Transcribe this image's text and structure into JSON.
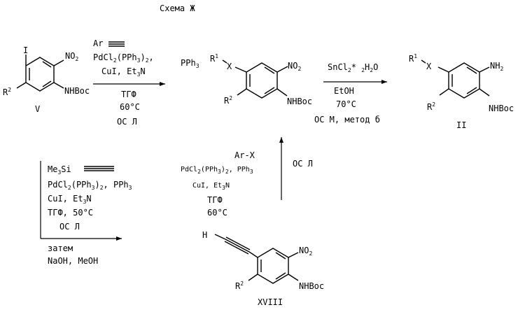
{
  "title": "Схема Ж",
  "compounds": {
    "V": {
      "name": "V",
      "substituent_top": "I",
      "nitro": "NO",
      "nitro_sub": "2",
      "r2": "R",
      "r2_sup": "2",
      "amine": "NHBoc"
    },
    "mid": {
      "r1": "R",
      "r1_sup": "1",
      "x": "X",
      "nitro": "NO",
      "nitro_sub": "2",
      "r2": "R",
      "r2_sup": "2",
      "amine": "NHBoc"
    },
    "II": {
      "name": "II",
      "r1": "R",
      "r1_sup": "1",
      "x": "X",
      "amine_top": "NH",
      "amine_top_sub": "2",
      "r2": "R",
      "r2_sup": "2",
      "amine": "NHBoc"
    },
    "XVIII": {
      "name": "XVIII",
      "h": "H",
      "nitro": "NO",
      "nitro_sub": "2",
      "r2": "R",
      "r2_sup": "2",
      "amine": "NHBoc"
    }
  },
  "step1": {
    "reagent": "Ar",
    "catalyst": "PdCl",
    "catalyst_sub1": "2",
    "catalyst_mid": "(PPh",
    "catalyst_sub2": "3",
    "catalyst_end": ")",
    "catalyst_sub3": "2",
    "catalyst_comma": ",",
    "ligand": "PPh",
    "ligand_sub": "3",
    "base": "CuI, Et",
    "base_sub": "3",
    "base_end": "N",
    "solvent": "ТГФ",
    "temp": "60°C",
    "method": "ОС Л"
  },
  "step2": {
    "reagent": "SnCl",
    "reagent_sub": "2",
    "reagent_mid": "* ",
    "reagent_sub2": "2",
    "reagent_end": "H",
    "reagent_sub3": "2",
    "reagent_tail": "O",
    "solvent": "EtOH",
    "temp": "70°C",
    "method": "ОС М, метод б"
  },
  "step3": {
    "reagent": "Me",
    "reagent_sub": "3",
    "reagent_end": "Si",
    "catalyst": "PdCl",
    "catalyst_sub1": "2",
    "catalyst_mid": "(PPh",
    "catalyst_sub2": "3",
    "catalyst_end": ")",
    "catalyst_sub3": "2",
    "catalyst_tail": ", PPh",
    "catalyst_sub4": "3",
    "base": "CuI, Et",
    "base_sub": "3",
    "base_end": "N",
    "solvent_temp": "ТГФ, 50°C",
    "method": "ОС Л",
    "then": "затем",
    "then_reagents": "NaOH, MeOH"
  },
  "step4": {
    "reagent": "Ar-X",
    "catalyst": "PdCl",
    "catalyst_sub1": "2",
    "catalyst_mid": "(PPh",
    "catalyst_sub2": "3",
    "catalyst_end": ")",
    "catalyst_sub3": "2",
    "catalyst_tail": ", PPh",
    "catalyst_sub4": "3",
    "base": "CuI,  Et",
    "base_sub": "3",
    "base_end": "N",
    "solvent": "ТГФ",
    "temp": "60°C",
    "method": "ОС Л"
  }
}
